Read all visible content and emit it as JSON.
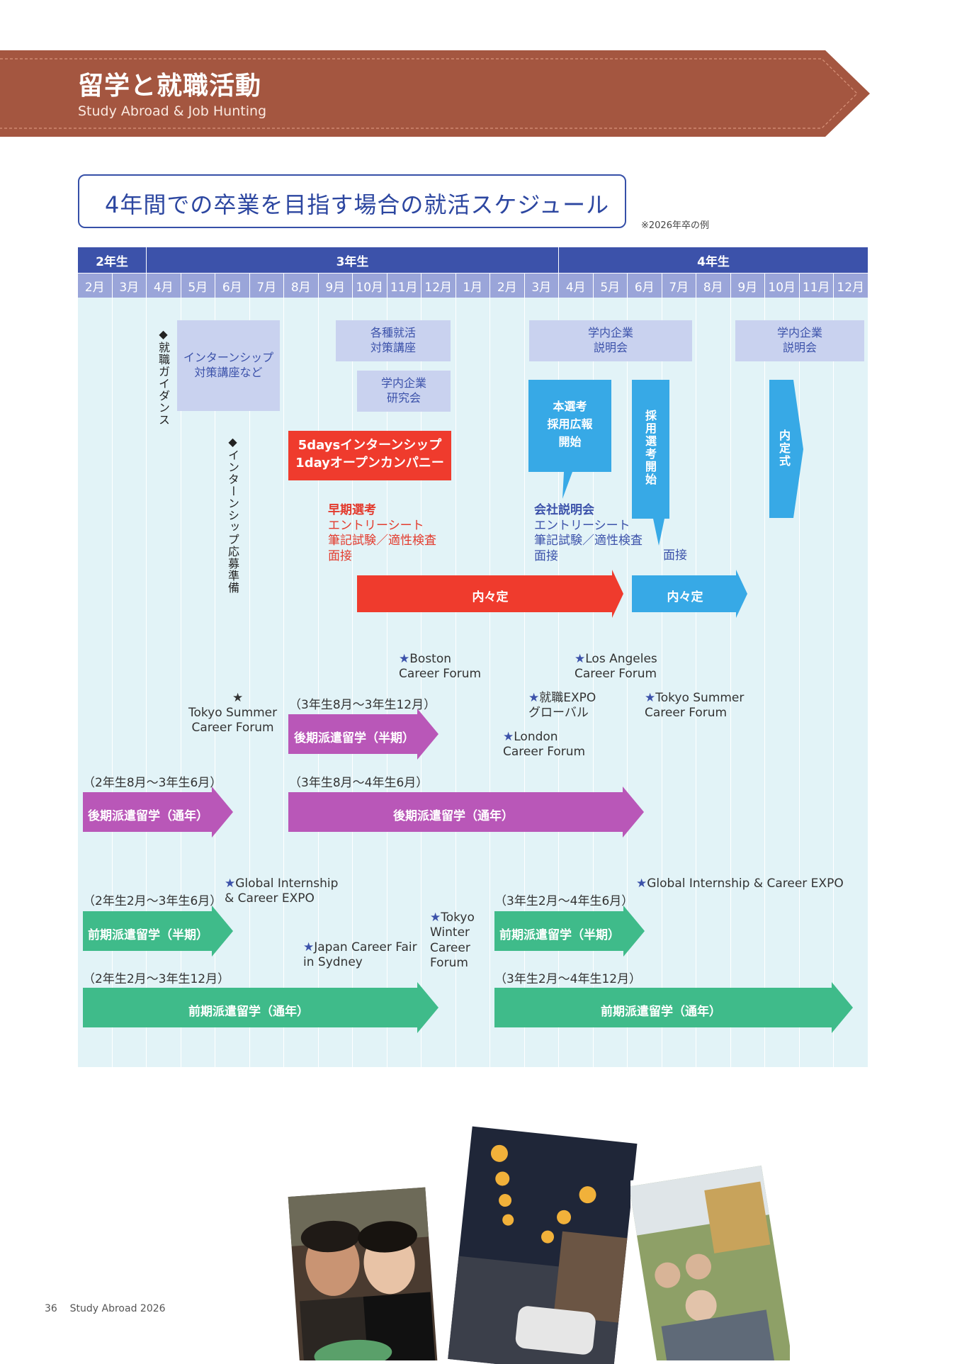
{
  "header": {
    "title": "留学と就職活動",
    "subtitle": "Study Abroad & Job Hunting",
    "color": "#a45640"
  },
  "schedule": {
    "title": "4年間での卒業を目指す場合の就活スケジュール",
    "note": "※2026年卒の例"
  },
  "grades": [
    "2年生",
    "3年生",
    "4年生"
  ],
  "months": [
    "2月",
    "3月",
    "4月",
    "5月",
    "6月",
    "7月",
    "8月",
    "9月",
    "10月",
    "11月",
    "12月",
    "1月",
    "2月",
    "3月",
    "4月",
    "5月",
    "6月",
    "7月",
    "8月",
    "9月",
    "10月",
    "11月",
    "12月"
  ],
  "boxes": {
    "internship_prep": "インターンシップ\n対策講座など",
    "seminars": "各種就活\n対策講座",
    "company_info_1": "学内企業\n説明会",
    "company_research": "学内企業\n研究会",
    "company_info_2": "学内企業\n説明会"
  },
  "vertical": {
    "guidance": "◆就職ガイダンス",
    "internship_apply": "◆インターンシップ応募準備",
    "selection_start": "採用選考開始",
    "ceremony": "内定式"
  },
  "highlight": {
    "five_days": "5daysインターンシップ\n1dayオープンカンパニー",
    "pr_start": "本選考\n採用広報\n開始"
  },
  "early": {
    "title": "早期選考",
    "items": "エントリーシート\n筆記試験／適性検査\n面接"
  },
  "company": {
    "title": "会社説明会",
    "items": "エントリーシート\n筆記試験／適性検査\n面接",
    "interview": "面接"
  },
  "offers": {
    "early": "内々定",
    "regular": "内々定"
  },
  "events": {
    "boston": "Boston\nCareer Forum",
    "la": "Los Angeles\nCareer Forum",
    "tokyo_summer_1": "Tokyo Summer\nCareer Forum",
    "expo_global": "就職EXPO\nグローバル",
    "tokyo_summer_2": "Tokyo Summer\nCareer Forum",
    "london": "London\nCareer Forum",
    "global_internship_1": "Global Internship\n& Career EXPO",
    "global_internship_2": "Global Internship & Career EXPO",
    "tokyo_winter": "Tokyo\nWinter\nCareer\nForum",
    "japan_sydney": "Japan Career Fair\nin Sydney",
    "star": "★"
  },
  "programs": {
    "late_half_period": "（3年生8月〜3年生12月）",
    "late_half": "後期派遣留学（半期）",
    "late_year_1_period": "（2年生8月〜3年生6月）",
    "late_year_1": "後期派遣留学（通年）",
    "late_year_2_period": "（3年生8月〜4年生6月）",
    "late_year_2": "後期派遣留学（通年）",
    "early_half_1_period": "（2年生2月〜3年生6月）",
    "early_half_1": "前期派遣留学（半期）",
    "early_half_2_period": "（3年生2月〜4年生6月）",
    "early_half_2": "前期派遣留学（半期）",
    "early_year_1_period": "（2年生2月〜3年生12月）",
    "early_year_1": "前期派遣留学（通年）",
    "early_year_2_period": "（3年生2月〜4年生12月）",
    "early_year_2": "前期派遣留学（通年）"
  },
  "colors": {
    "navy": "#3c52aa",
    "red": "#ef3b2d",
    "blue": "#37a9e6",
    "purple": "#b957b8",
    "green": "#3fbb8a",
    "chart_bg": "#e2f3f7"
  },
  "footer": {
    "page": "36",
    "publication": "Study Abroad 2026"
  }
}
